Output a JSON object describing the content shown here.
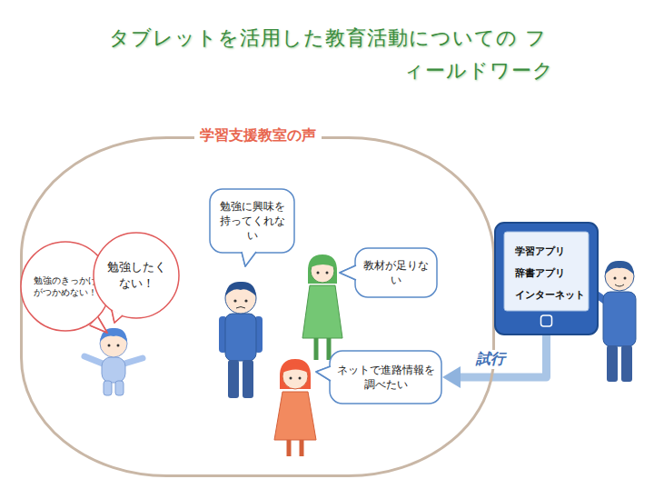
{
  "diagram": {
    "title": "タブレットを活用した教育活動についての フィールドワーク",
    "nodes": [
      {
        "text": [
          "学習支援教室の声"
        ]
      },
      {
        "text": [
          "勉強のきっかけがつかめない！"
        ],
        "in": 0
      },
      {
        "text": [
          "勉強したくない！"
        ],
        "in": 0
      },
      {
        "text": [
          "勉強に興味を持ってくれない"
        ],
        "in": 0
      },
      {
        "text": [
          "教材が足りない"
        ],
        "in": 0
      },
      {
        "text": [
          "ネットで進路情報を調べたい"
        ],
        "in": 0
      },
      {
        "text": [
          "学習アプリ",
          "辞書アプリ",
          "インターネット"
        ]
      }
    ],
    "edges": [
      {
        "from": 6,
        "to": 5,
        "label": "試行",
        "arrow": "to"
      }
    ]
  }
}
